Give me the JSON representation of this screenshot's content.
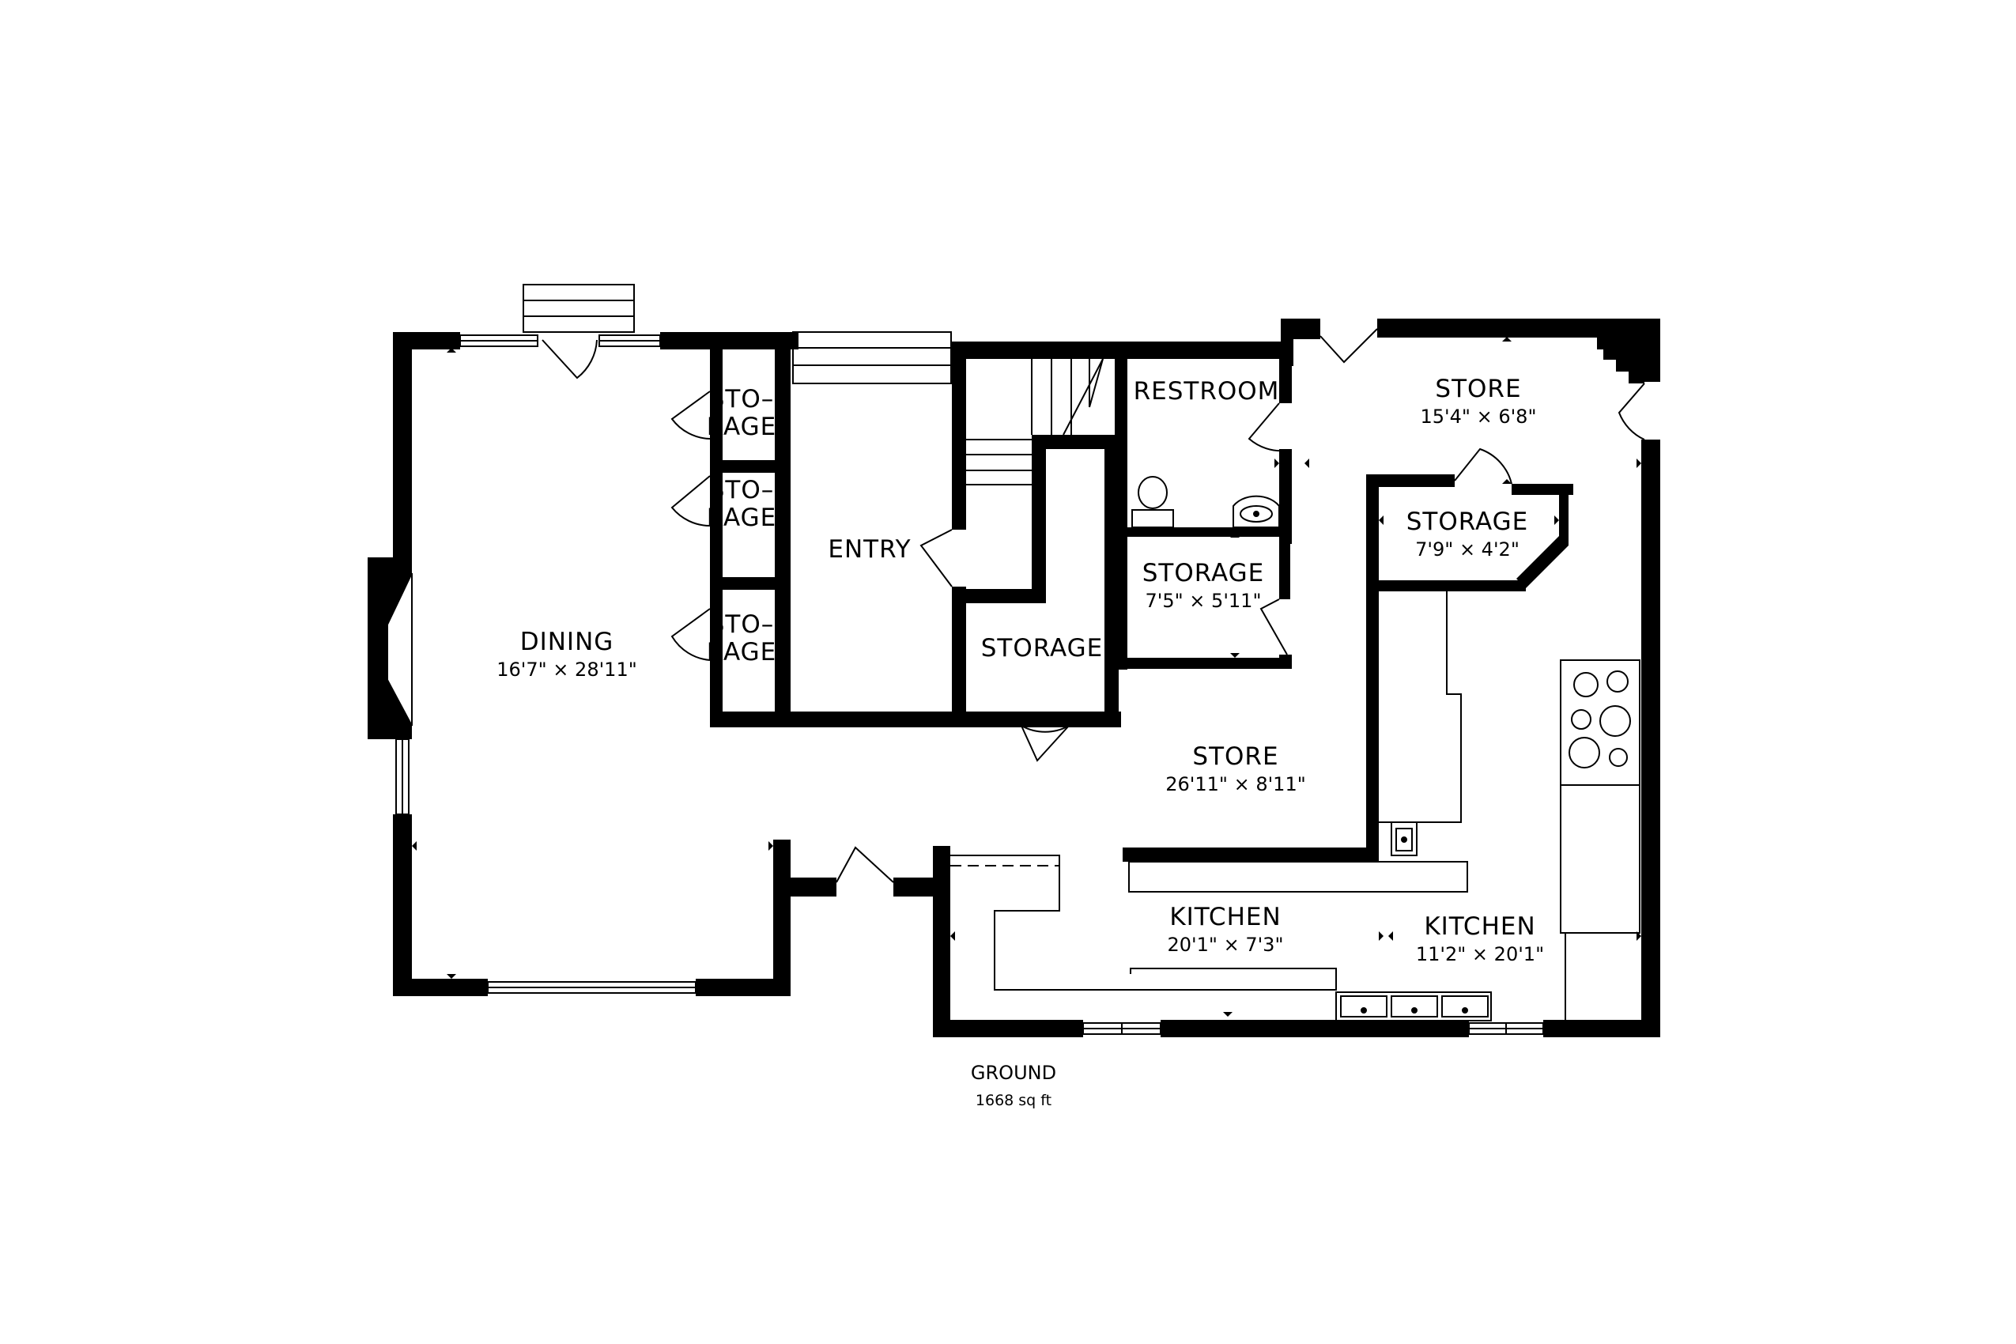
{
  "colors": {
    "wall": "#000000",
    "background": "#ffffff",
    "fixture_fill": "#ffffff"
  },
  "rooms": {
    "dining": {
      "name": "DINING",
      "dims": "16'7\" × 28'11\""
    },
    "storage_a": {
      "line1": "STO–",
      "line2": "RAGE"
    },
    "storage_b": {
      "line1": "STO–",
      "line2": "RAGE"
    },
    "storage_c": {
      "line1": "STO–",
      "line2": "RAGE"
    },
    "entry": {
      "name": "ENTRY"
    },
    "storage_stair": {
      "name": "STORAGE"
    },
    "restroom": {
      "name": "RESTROOM"
    },
    "storage_mid": {
      "name": "STORAGE",
      "dims": "7'5\" × 5'11\""
    },
    "store_top": {
      "name": "STORE",
      "dims": "15'4\" × 6'8\""
    },
    "storage_right": {
      "name": "STORAGE",
      "dims": "7'9\" × 4'2\""
    },
    "store_main": {
      "name": "STORE",
      "dims": "26'11\" × 8'11\""
    },
    "kitchen_left": {
      "name": "KITCHEN",
      "dims": "20'1\" × 7'3\""
    },
    "kitchen_right": {
      "name": "KITCHEN",
      "dims": "11'2\" × 20'1\""
    }
  },
  "floor": {
    "name": "GROUND",
    "area": "1668 sq ft"
  },
  "icons": [
    "door-swing-icon",
    "window-icon",
    "stairs-icon",
    "toilet-icon",
    "sink-icon",
    "stove-burner-icon",
    "fireplace-icon",
    "dimension-arrow-icon"
  ]
}
